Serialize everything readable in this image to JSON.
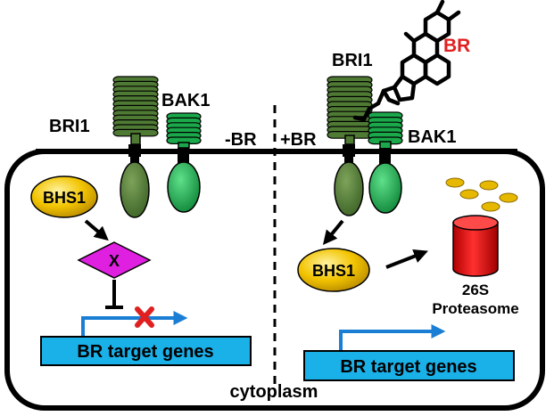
{
  "labels": {
    "bri1_left": "BRI1",
    "bak1_left": "BAK1",
    "minus_br": "-BR",
    "plus_br": "+BR",
    "bri1_right": "BRI1",
    "bak1_right": "BAK1",
    "br": "BR",
    "bhs1_left": "BHS1",
    "x_factor": "X",
    "target_genes_left": "BR target genes",
    "bhs1_right": "BHS1",
    "proteasome_26s": "26S",
    "proteasome": "Proteasome",
    "target_genes_right": "BR target genes",
    "cytoplasm": "cytoplasm"
  },
  "colors": {
    "receptor_dark": "#4f7a34",
    "receptor_light": "#1aa84a",
    "bhs1": "#e6b800",
    "x_factor": "#e020e0",
    "gene_box": "#1ab0e8",
    "arrow_blue": "#1a7fd4",
    "block_x": "#e02020",
    "proteasome": "#e01818",
    "ligand": "#000000",
    "br_text": "#e02020"
  }
}
